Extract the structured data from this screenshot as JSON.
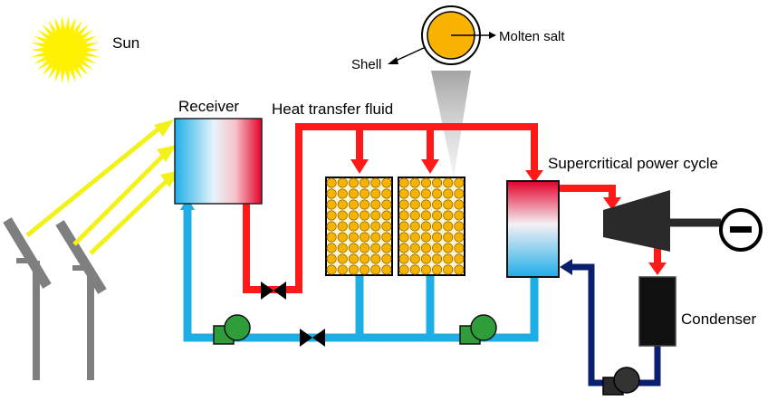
{
  "labels": {
    "sun": "Sun",
    "receiver": "Receiver",
    "htf": "Heat transfer fluid",
    "shell": "Shell",
    "molten_salt": "Molten salt",
    "power_cycle": "Supercritical power cycle",
    "condenser": "Condenser"
  },
  "colors": {
    "hot_line": "#ff1a1a",
    "cold_line": "#1eaee6",
    "return_line": "#0a1f6e",
    "sun": "#fff200",
    "sun_rays": "#f2f21a",
    "capsule": "#f7b300",
    "capsule_stroke": "#6e5400",
    "tank": "#fff2c6",
    "pump": "#2f9e3a",
    "turbine": "#2a2a2a",
    "condenser": "#111111",
    "heliostat": "#7f7f7f"
  },
  "tank": {
    "rows": 9,
    "cols": 6
  }
}
